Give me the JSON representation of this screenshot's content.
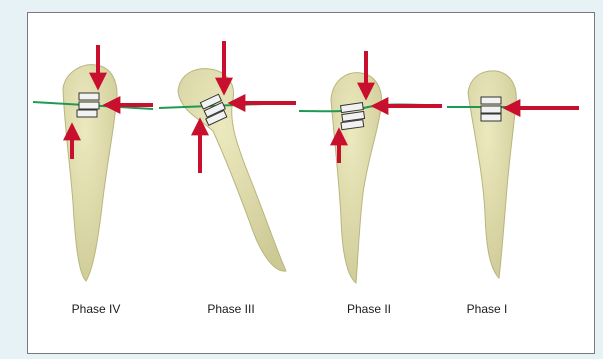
{
  "colors": {
    "page_bg": "#e6f2f5",
    "panel_bg": "#ffffff",
    "tooth_fill": "#dcd9a8",
    "tooth_stroke": "#b8b57e",
    "arrow": "#c8102e",
    "wire": "#1f9a55",
    "bracket": "#f2f2f2"
  },
  "phases": [
    {
      "label": "Phase IV"
    },
    {
      "label": "Phase III"
    },
    {
      "label": "Phase II"
    },
    {
      "label": "Phase I"
    }
  ]
}
